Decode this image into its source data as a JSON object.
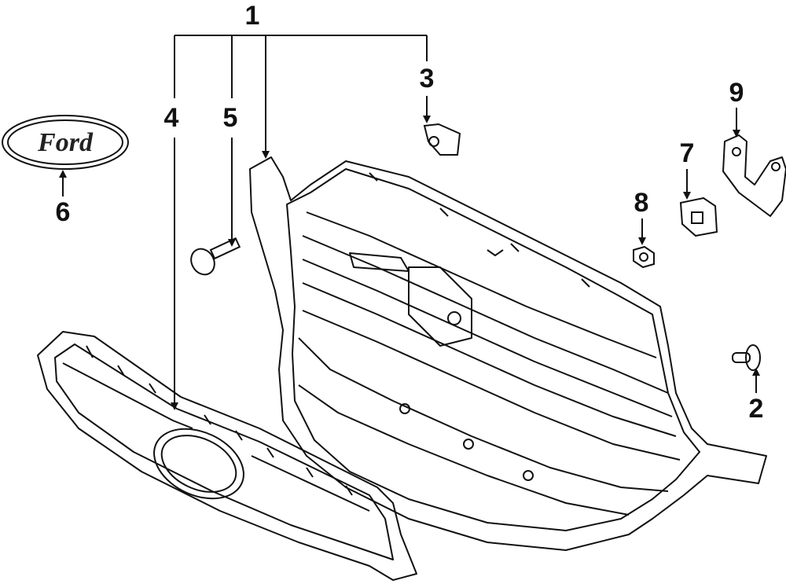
{
  "callouts": {
    "c1": "1",
    "c2": "2",
    "c3": "3",
    "c4": "4",
    "c5": "5",
    "c6": "6",
    "c7": "7",
    "c8": "8",
    "c9": "9"
  },
  "emblem": {
    "text": "Ford"
  },
  "colors": {
    "line": "#1a1a1a",
    "background": "#ffffff"
  }
}
